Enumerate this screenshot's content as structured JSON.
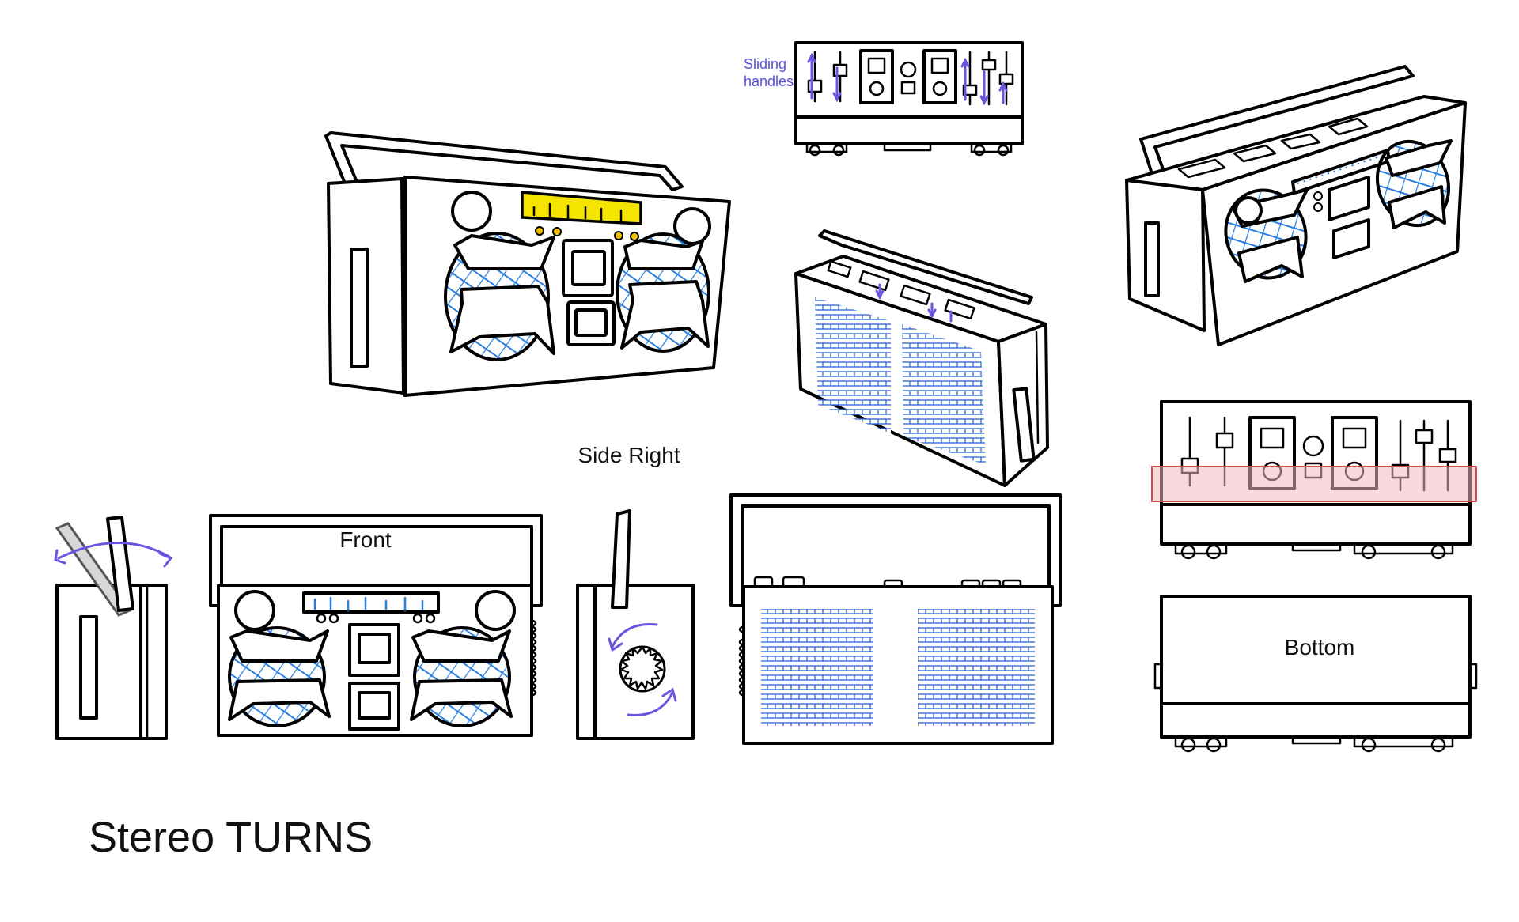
{
  "title": "Stereo TURNS",
  "labels": {
    "side_right": "Side Right",
    "front": "Front",
    "bottom": "Bottom",
    "sliding_handles": "Sliding\nhandles"
  },
  "colors": {
    "line": "#000000",
    "speaker_hatch": "#2a7fe0",
    "vent_lines": "#3a6fd8",
    "dial_yellow": "#f5e400",
    "dot_yellow": "#f0c000",
    "rotation_arrows": "#6a55e0",
    "highlight_red": "#f2b8bf"
  },
  "views": [
    "three-quarter-front",
    "top",
    "three-quarter-back",
    "three-quarter-top",
    "side-left",
    "front",
    "side-right",
    "back",
    "top-highlighted",
    "bottom"
  ]
}
